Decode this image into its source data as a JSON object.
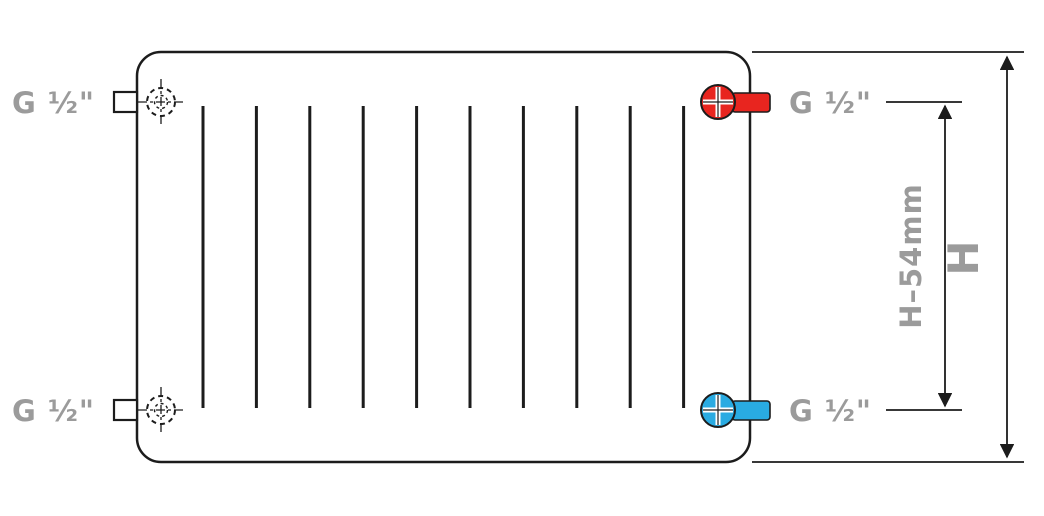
{
  "diagram": {
    "title": "radiator-connection-dimensions",
    "labels": {
      "thread_top_left": "G ½\"",
      "thread_bottom_left": "G ½\"",
      "thread_top_right": "G ½\"",
      "thread_bottom_right": "G ½\"",
      "dim_inner": "H–54mm",
      "dim_total": "H"
    },
    "colors": {
      "supply": "#e8251f",
      "return": "#29abe2",
      "outline": "#1c1c1c",
      "label_gray": "#9b9b9b"
    },
    "fins": {
      "count": 10
    }
  }
}
